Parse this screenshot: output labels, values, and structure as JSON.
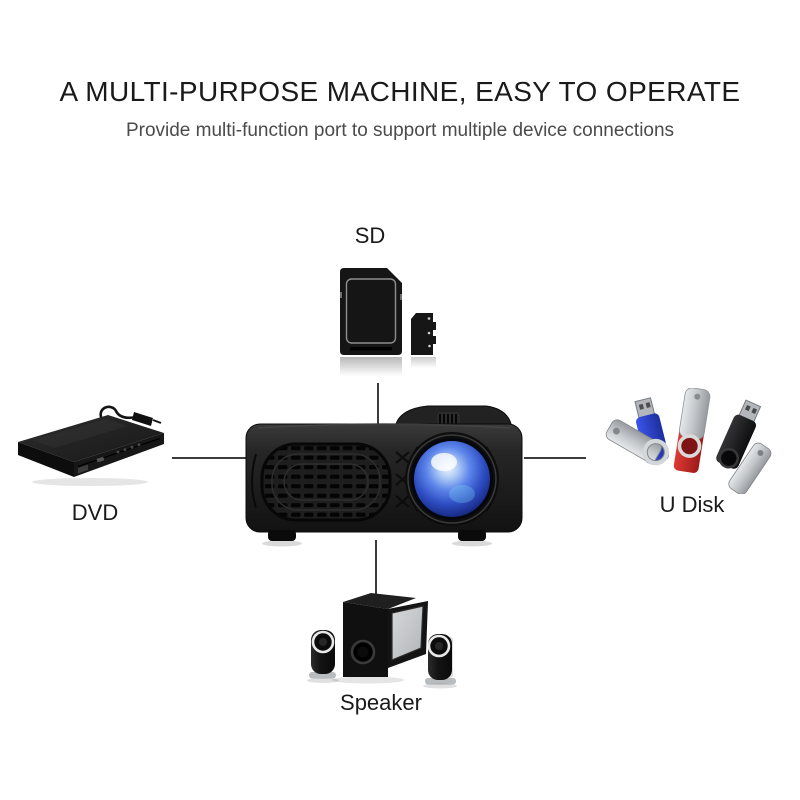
{
  "header": {
    "title": "A MULTI-PURPOSE MACHINE, EASY TO OPERATE",
    "subtitle": "Provide multi-function port to support multiple device connections"
  },
  "labels": {
    "sd": "SD",
    "dvd": "DVD",
    "udisk": "U Disk",
    "speaker": "Speaker"
  },
  "images": {
    "center": "mini-projector",
    "top": "sd-card-with-microsd",
    "left": "dvd-player",
    "right": "three-usb-flash-drives",
    "bottom": "2.1-speaker-system"
  },
  "colors": {
    "background": "#ffffff",
    "title_text": "#1a1a1a",
    "subtitle_text": "#4b4b4b",
    "label_text": "#1a1a1a",
    "connector_line": "#3b3b3b",
    "projector_lens_blue": "#3f63d9",
    "usb_drive_blue": "#2e46d8",
    "usb_drive_red": "#c9302c",
    "device_black": "#1a1a1a",
    "silver": "#c4c7ca"
  }
}
